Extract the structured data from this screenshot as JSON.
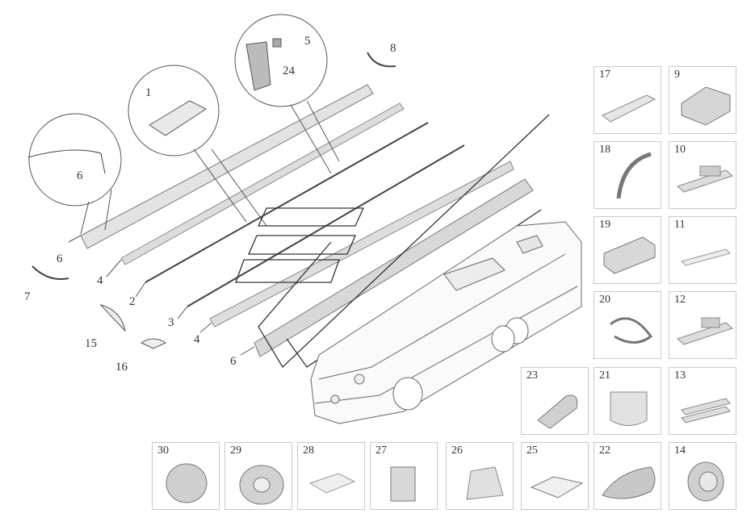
{
  "callouts": {
    "c1": "1",
    "c5": "5",
    "c24": "24",
    "c8": "8",
    "c6a": "6",
    "c6b": "6",
    "c6c": "6",
    "c7": "7",
    "c4a": "4",
    "c4b": "4",
    "c2": "2",
    "c3": "3",
    "c15": "15",
    "c16": "16"
  },
  "cells": {
    "n17": "17",
    "n9": "9",
    "n18": "18",
    "n10": "10",
    "n19": "19",
    "n11": "11",
    "n20": "20",
    "n12": "12",
    "n23": "23",
    "n21": "21",
    "n13": "13",
    "n30": "30",
    "n29": "29",
    "n28": "28",
    "n27": "27",
    "n26": "26",
    "n25": "25",
    "n22": "22",
    "n14": "14"
  }
}
